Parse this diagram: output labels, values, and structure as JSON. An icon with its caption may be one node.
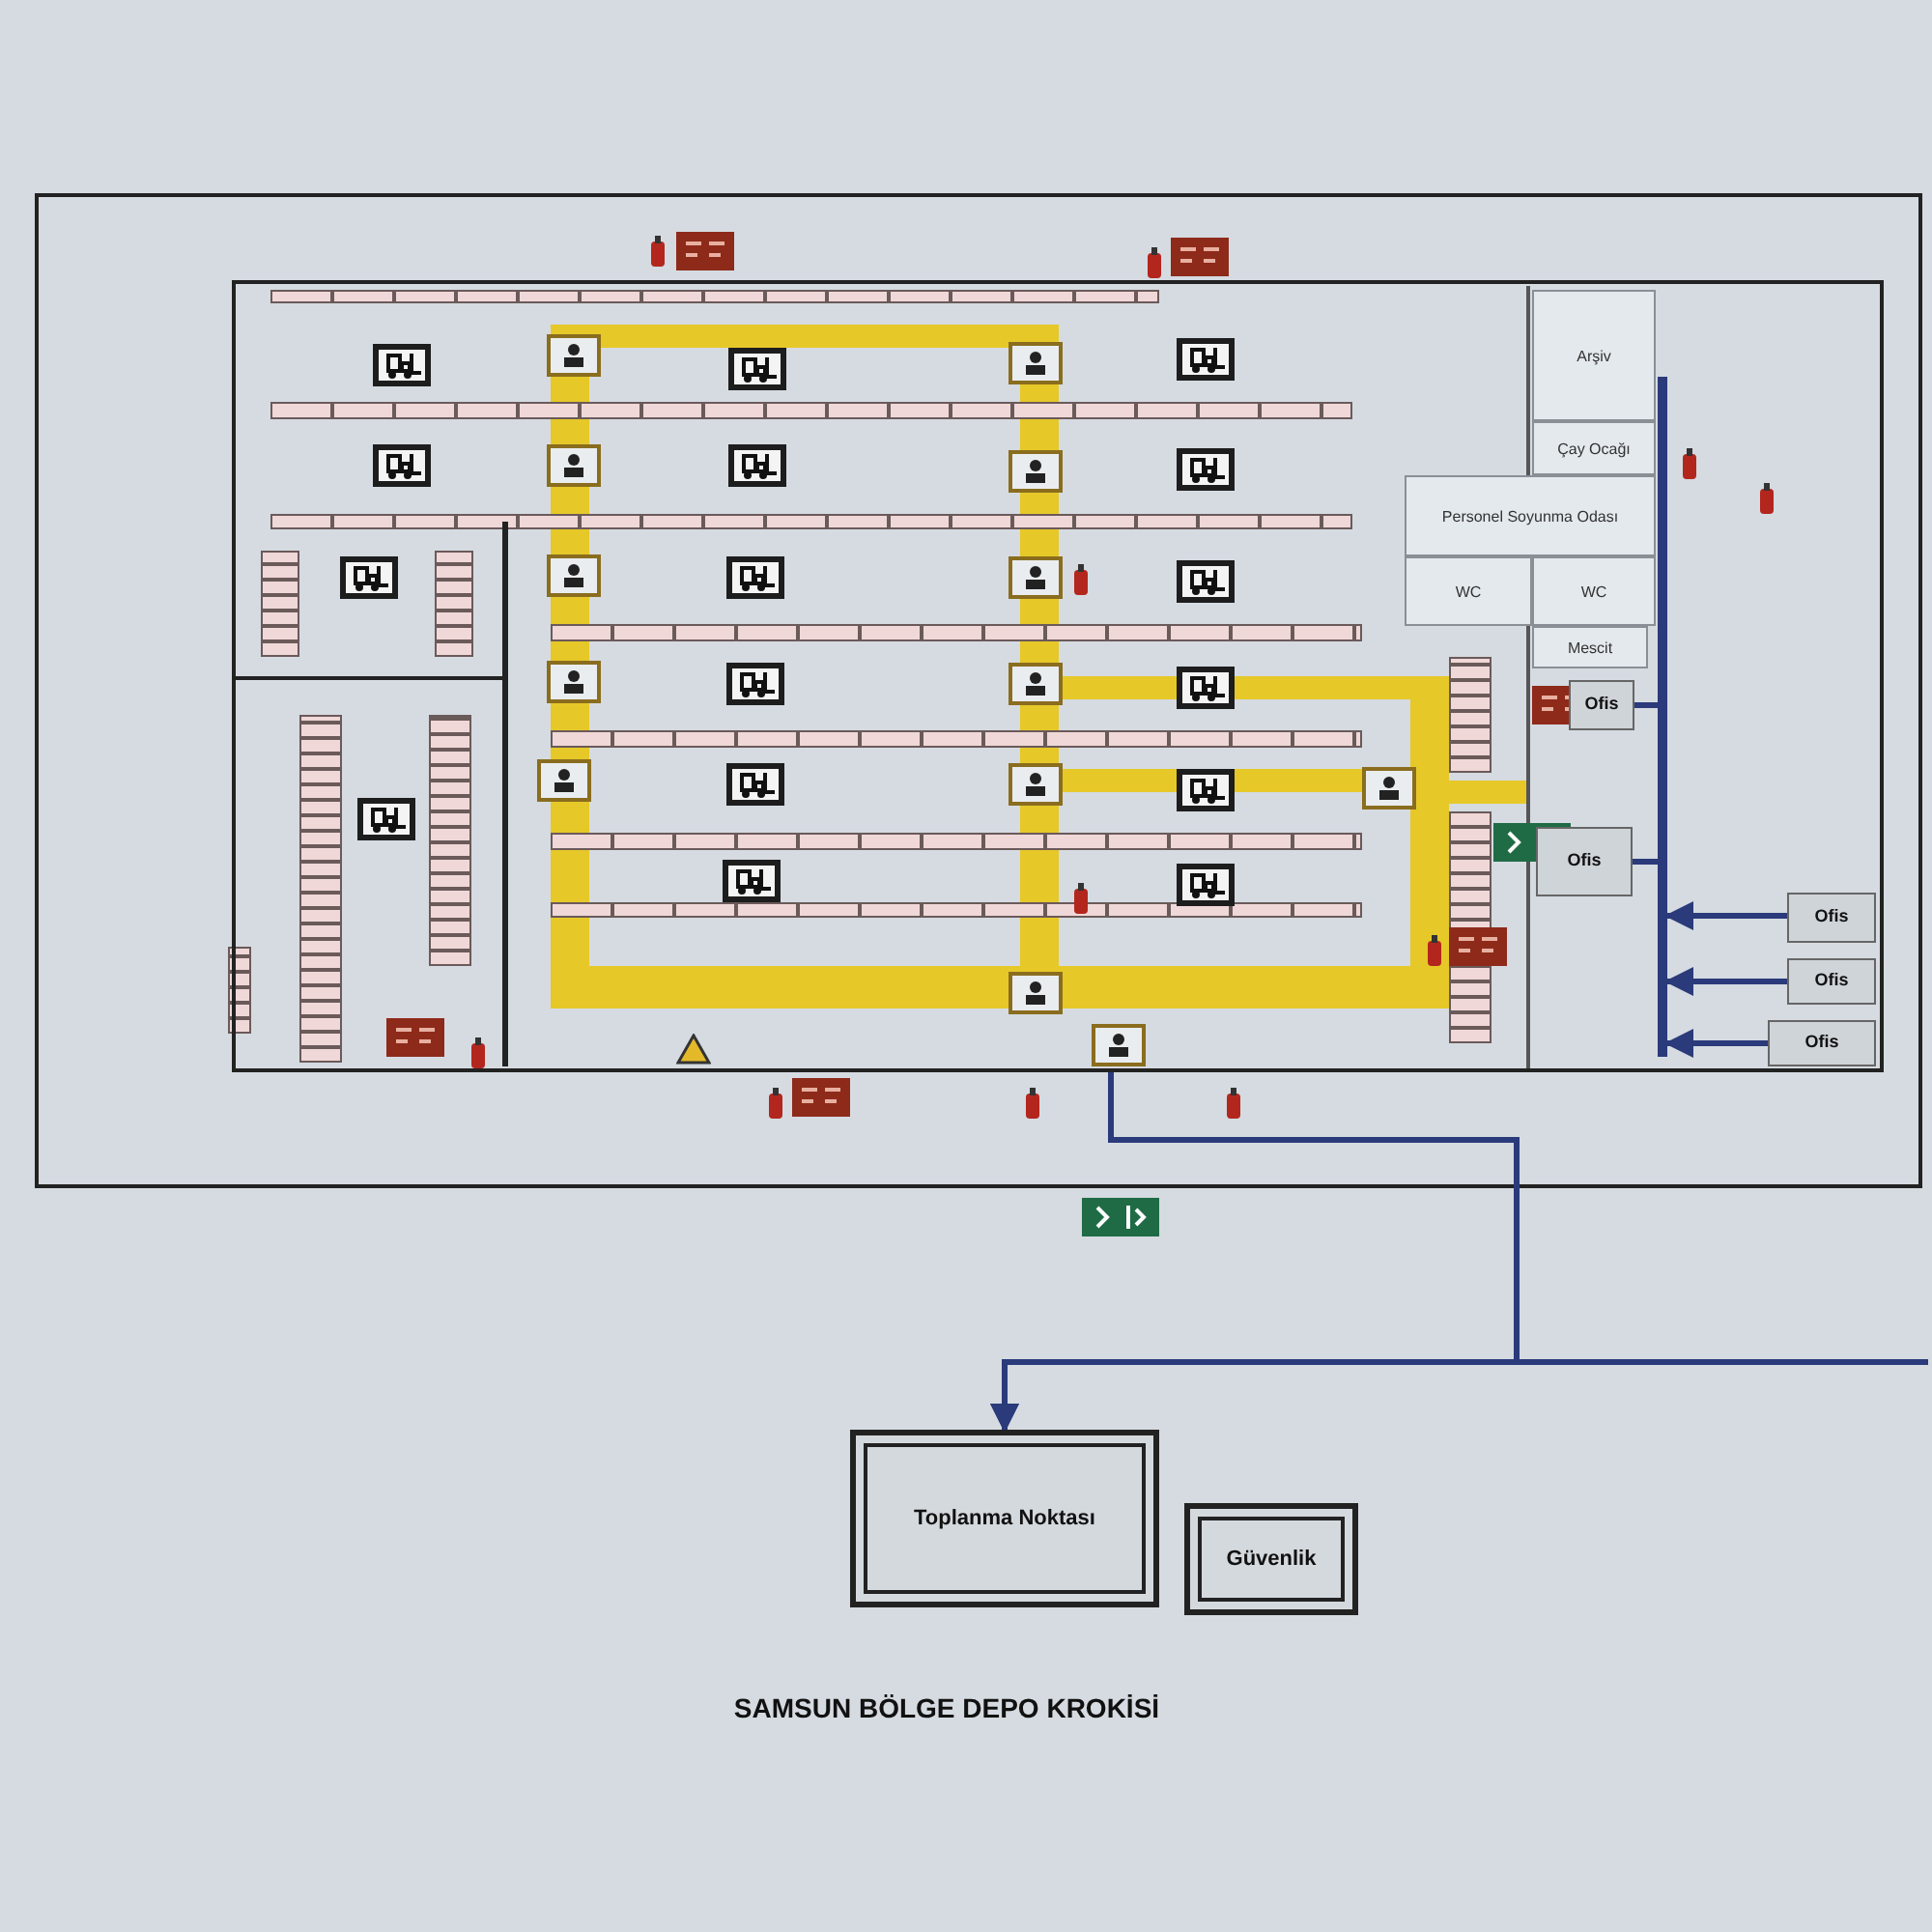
{
  "diagram": {
    "title": "SAMSUN BÖLGE DEPO KROKİSİ",
    "nodes": [
      {
        "text": [],
        "shape": "box"
      },
      {
        "text": [
          "Arşiv"
        ],
        "in": 0
      },
      {
        "text": [
          "Çay Ocağı"
        ],
        "in": 0
      },
      {
        "text": [
          "Personel Soyunma Odası"
        ],
        "in": 0
      },
      {
        "text": [
          "WC"
        ],
        "in": 0
      },
      {
        "text": [
          "WC"
        ],
        "in": 0
      },
      {
        "text": [
          "Mescit"
        ],
        "in": 0
      },
      {
        "text": [
          "Ofis"
        ],
        "in": 0
      },
      {
        "text": [
          "Ofis"
        ],
        "in": 0
      },
      {
        "text": [
          "Ofis"
        ],
        "in": 0
      },
      {
        "text": [
          "Ofis"
        ],
        "in": 0
      },
      {
        "text": [
          "Ofis"
        ],
        "in": 0
      },
      {
        "text": [
          "Toplanma Noktası"
        ]
      },
      {
        "text": [
          "Güvenlik"
        ]
      },
      {
        "text": [],
        "shape": "bar",
        "in": 0
      }
    ],
    "edges": [
      {
        "from": 0,
        "to": 12,
        "arrow": "to"
      },
      {
        "from": null,
        "to": 12,
        "arrow": "to"
      },
      {
        "from": 9,
        "to": 14,
        "arrow": "to"
      },
      {
        "from": 10,
        "to": 14,
        "arrow": "to"
      },
      {
        "from": 11,
        "to": 14,
        "arrow": "to"
      },
      {
        "from": 7,
        "to": 14,
        "arrow": "none"
      },
      {
        "from": 8,
        "to": 14,
        "arrow": "none"
      }
    ]
  }
}
